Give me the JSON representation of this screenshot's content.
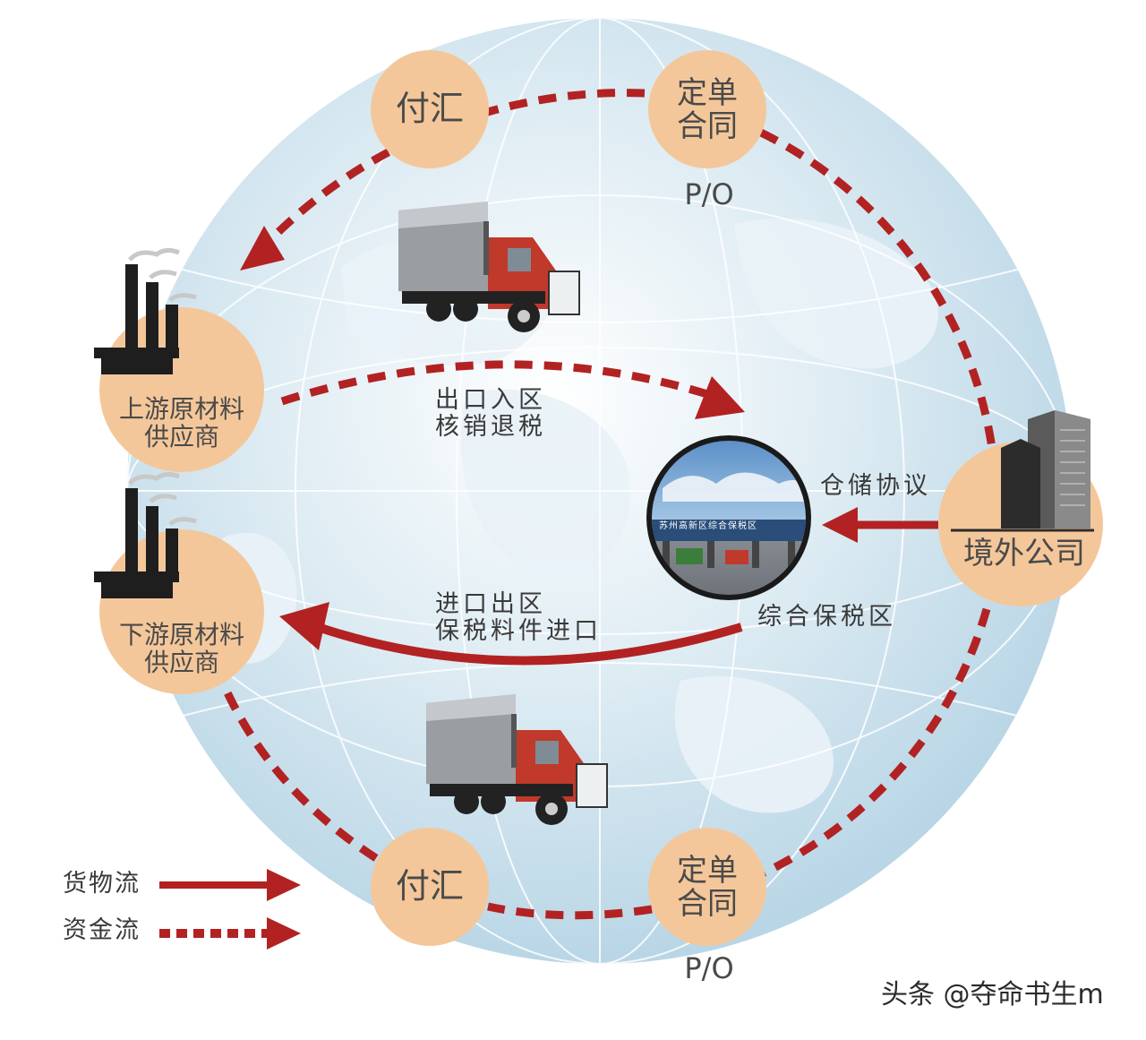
{
  "nodes": {
    "pay_top": "付汇",
    "order_top": "定单\n合同",
    "po_top": "P/O",
    "upstream": "上游原材料\n供应商",
    "downstream": "下游原材料\n供应商",
    "overseas": "境外公司",
    "pay_bottom": "付汇",
    "order_bottom": "定单\n合同",
    "po_bottom": "P/O",
    "bonded_zone": "综合保税区",
    "bonded_sign": "苏州高新区综合保税区"
  },
  "flows": {
    "export_in": "出口入区\n核销退税",
    "import_out": "进口出区\n保税料件进口",
    "storage": "仓储协议"
  },
  "legend": {
    "goods": "货物流",
    "funds": "资金流"
  },
  "watermark": "头条 @夺命书生m",
  "colors": {
    "arrow": "#b22222",
    "node": "#f4c79a",
    "globe": "#cfe3ee"
  }
}
